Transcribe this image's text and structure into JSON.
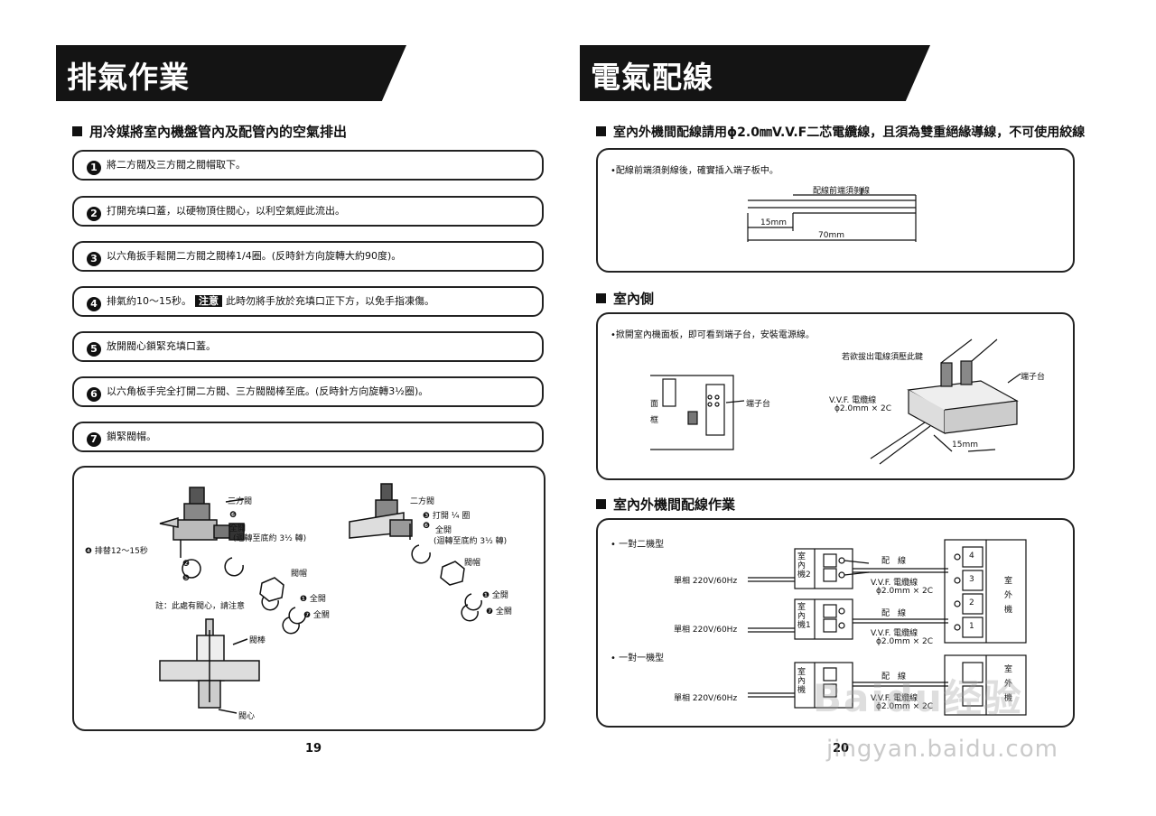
{
  "left": {
    "title": "排氣作業",
    "heading": "用冷媒將室內機盤管內及配管內的空氣排出",
    "steps": [
      {
        "num": "1",
        "text": "將二方閥及三方閥之閥帽取下。"
      },
      {
        "num": "2",
        "text": "打開充填口蓋，以硬物頂住閥心，以利空氣經此流出。"
      },
      {
        "num": "3",
        "text": "以六角扳手鬆開二方閥之閥棒1/4圈。(反時針方向旋轉大約90度)。"
      },
      {
        "num": "4",
        "text_before": "排氣約10～15秒。",
        "caution": "注意",
        "text_after": "此時勿將手放於充填口正下方，以免手指凍傷。"
      },
      {
        "num": "5",
        "text": "放開閥心鎖緊充填口蓋。"
      },
      {
        "num": "6",
        "text": "以六角板手完全打開二方閥、三方閥閥棒至底。(反時針方向旋轉3½圈)。"
      },
      {
        "num": "7",
        "text": "鎖緊閥帽。"
      }
    ],
    "diagram": {
      "three_way_valve": "三方閥",
      "full_open_1": "全開",
      "rotate_1": "(迴轉至底約 3½ 轉)",
      "exhaust": "❹ 排替12～15秒",
      "cap_1": "閥帽",
      "full_open_2": "❶ 全開",
      "full_close_1": "❼ 全關",
      "note": "註：此處有閥心，請注意",
      "two_way_valve": "二方閥",
      "open_quarter": "❸ 打開 ¼ 圈",
      "full_open_3": "全開",
      "rotate_2": "(迴轉至底約 3½ 轉)",
      "cap_2": "閥帽",
      "full_open_4": "❶ 全開",
      "full_close_2": "❼ 全關",
      "stem": "閥棒",
      "core": "閥心",
      "marker_6a": "❻",
      "marker_2": "❷",
      "marker_5": "❺",
      "marker_6b": "❻"
    },
    "page_number": "19"
  },
  "right": {
    "title": "電氣配線",
    "heading1": "室內外機間配線請用ϕ2.0㎜V.V.F二芯電纜線，且須為雙重絕緣導線，不可使用絞線",
    "panel1": {
      "note": "•配線前端須剝線後，確實插入端子板中。",
      "strip_label": "配線前端須剝線",
      "dim_15": "15mm",
      "dim_70": "70mm"
    },
    "heading2": "室內側",
    "panel2": {
      "note": "•掀開室內機面板，即可看到端子台，安裝電源線。",
      "face_1": "面",
      "face_2": "框",
      "terminal_1": "端子台",
      "press_hint": "若欲拔出電線須壓此鍵",
      "terminal_2": "端子台",
      "vvf": "V.V.F. 電纜線",
      "spec": "ϕ2.0mm × 2C",
      "dim": "15mm"
    },
    "heading3": "室內外機間配線作業",
    "panel3": {
      "type_a": "• 一對二機型",
      "type_b": "• 一對一機型",
      "power_1": "單相 220V/60Hz",
      "power_2": "單相 220V/60Hz",
      "power_3": "單相 220V/60Hz",
      "indoor_2": "室內機2",
      "indoor_1": "室內機1",
      "indoor": "室內機",
      "wiring": "配　線",
      "vvf": "V.V.F. 電纜線",
      "spec": "ϕ2.0mm × 2C",
      "outdoor": "室外機",
      "outdoor_short": "室外機",
      "t1": "1",
      "t2": "2",
      "t3": "3",
      "t4": "4"
    },
    "page_number": "20",
    "watermark": "Baidu经验",
    "watermark_url": "jingyan.baidu.com"
  }
}
